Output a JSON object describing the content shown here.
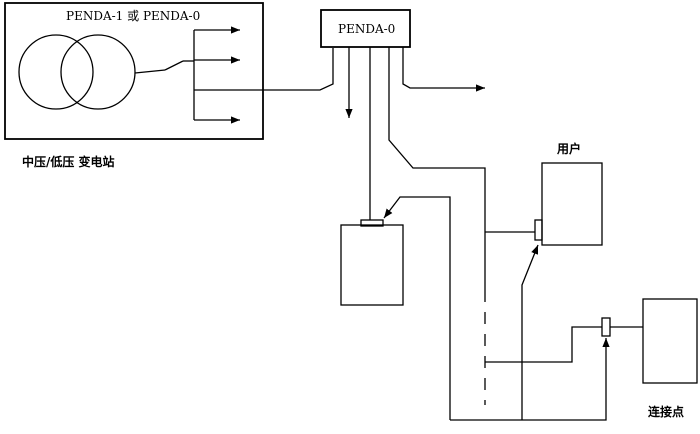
{
  "labels": {
    "substation_mode": "PENDA-1 或 PENDA-0",
    "penda_box": "PENDA-0",
    "substation_caption": "中压/低压  变电站",
    "user": "用户",
    "connection_point": "连接点"
  },
  "colors": {
    "stroke": "#000000",
    "background": "#ffffff"
  }
}
